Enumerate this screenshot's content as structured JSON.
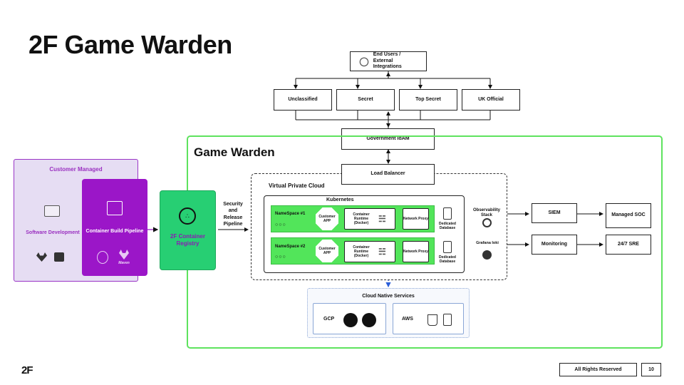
{
  "title": "2F Game Warden",
  "end_users": "End Users / External Integrations",
  "classifications": [
    "Unclassified",
    "Secret",
    "Top Secret",
    "UK Official"
  ],
  "idam": "Government IdAM",
  "game_warden": "Game Warden",
  "load_balancer": "Load Balancer",
  "vpc": "Virtual Private Cloud",
  "kubernetes": "Kubernetes",
  "namespaces": [
    {
      "name": "NameSpace #1",
      "app": "Customer APP",
      "runtime": "Container Runtime (Docker)",
      "proxy": "Network Proxy",
      "db": "Dedicated Database"
    },
    {
      "name": "NameSpace #2",
      "app": "Customer APP",
      "runtime": "Container Runtime (Docker)",
      "proxy": "Network Proxy",
      "db": "Dedicated Database"
    }
  ],
  "customer_managed": "Customer Managed",
  "software_dev": "Software Development",
  "container_build": "Container Build Pipeline",
  "maven": "Maven",
  "registry": "2F Container Registry",
  "pipeline": "Security and Release Pipeline",
  "observability": "Observability Stack",
  "loki": "Grafana loki",
  "siem": "SIEM",
  "managed_soc": "Managed SOC",
  "monitoring": "Monitoring",
  "sre": "24/7 SRE",
  "cloud_native": "Cloud Native Services",
  "gcp": "GCP",
  "aws": "AWS",
  "logo": "2F",
  "rights": "All Rights Reserved",
  "page": "10"
}
